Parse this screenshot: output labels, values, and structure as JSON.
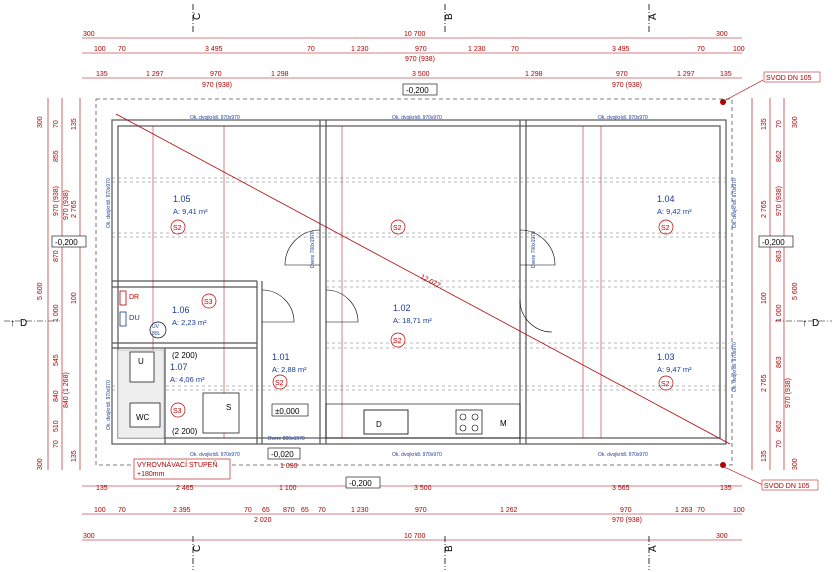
{
  "sections": {
    "a": "A",
    "b": "B",
    "c": "C",
    "d": "D"
  },
  "top_dims": {
    "overall": "10 700",
    "row2": [
      "300",
      "100",
      "70",
      "3 495",
      "70",
      "1 230",
      "970",
      "1 230",
      "70",
      "3 495",
      "70",
      "300",
      "100"
    ],
    "row2_sub": "970 (938)",
    "row3": [
      "135",
      "1 297",
      "970",
      "1 298",
      "3 500",
      "1 298",
      "970",
      "1 297",
      "135"
    ],
    "row3_sub1": "970 (938)",
    "row3_sub2": "970 (938)"
  },
  "bottom_dims": {
    "row1": [
      "135",
      "2 465",
      "1 100",
      "3 500",
      "3 565",
      "135"
    ],
    "row2": [
      "100",
      "70",
      "2 395",
      "70",
      "65",
      "870",
      "65",
      "70",
      "1 230",
      "970",
      "1 262",
      "970",
      "1 263",
      "70",
      "100"
    ],
    "sub1": "2 020",
    "sub2": "970 (938)",
    "overall": "10 700",
    "extra_300": "300"
  },
  "left_dims": {
    "overall": "5 600",
    "outer": [
      "300",
      "70",
      "855",
      "970 (938)",
      "870",
      "1 000",
      "545",
      "840",
      "510",
      "70",
      "300"
    ],
    "inner": [
      "135",
      "2 765",
      "100",
      "135"
    ],
    "inner_sub": [
      "970 (938)",
      "840 (1 268)"
    ]
  },
  "right_dims": {
    "overall": "5 600",
    "outer": [
      "300",
      "70",
      "862",
      "970 (938)",
      "863",
      "1 000",
      "863",
      "970 (938)",
      "862",
      "70",
      "300"
    ],
    "inner": [
      "135",
      "2 765",
      "100",
      "2 765",
      "135"
    ]
  },
  "levels": {
    "top": "-0,200",
    "left": "-0,200",
    "right": "-0,200",
    "bottom_left": "-0,020",
    "bottom_mid": "-0,200",
    "floor": "±0,000"
  },
  "rooms": [
    {
      "num": "1.05",
      "area": "A: 9,41 m²",
      "tag": "S2"
    },
    {
      "num": "1.04",
      "area": "A: 9,42 m²",
      "tag": "S2"
    },
    {
      "num": "1.06",
      "area": "A: 2,23 m²",
      "tag": "S3"
    },
    {
      "num": "1.02",
      "area": "A: 18,71 m²",
      "tag": "S2"
    },
    {
      "num": "1.07",
      "area": "A: 4,06 m²",
      "tag": "S3"
    },
    {
      "num": "1.01",
      "area": "A: 2,88 m²",
      "tag": "S2"
    },
    {
      "num": "1.03",
      "area": "A: 9,47 m²",
      "tag": "S2"
    }
  ],
  "labels": {
    "svod_top": "SVOD DN 105",
    "svod_bottom": "SVOD DN 105",
    "diagonal": "12 077",
    "window": "Ok. dvojkrídl. 970x970",
    "window_side": "Ok. dvojkrídl. 970x970",
    "door": "Dvere 800x1970",
    "door_small": "Dvere 700x1970",
    "step": "VYROVNÁVACÍ STUPEŇ",
    "step2": "+180mm",
    "wc": "WC",
    "dr": "DR",
    "du": "DU",
    "uv": "ÚV",
    "uv2": "80L",
    "u": "U",
    "d": "D",
    "m": "M",
    "s": "S",
    "h2200a": "(2 200)",
    "h2200b": "(2 200)",
    "floor_small": "1 090"
  },
  "colors": {
    "dim": "#b00000",
    "room": "#1a3a9a",
    "wall": "#555555"
  }
}
